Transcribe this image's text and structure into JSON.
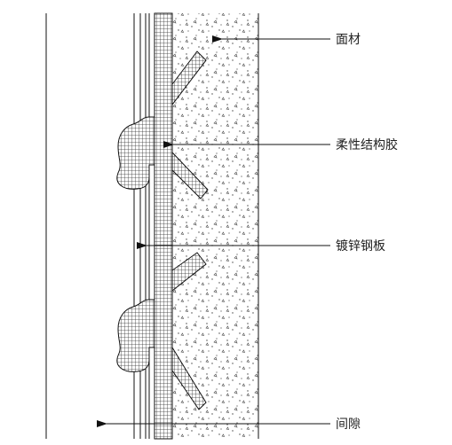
{
  "labels": {
    "facing": "面材",
    "glue": "柔性结构胶",
    "steel": "镀锌钢板",
    "gap": "间隙"
  },
  "colors": {
    "line": "#111111",
    "concrete_fill": "#ffffff",
    "grid": "#333333"
  }
}
